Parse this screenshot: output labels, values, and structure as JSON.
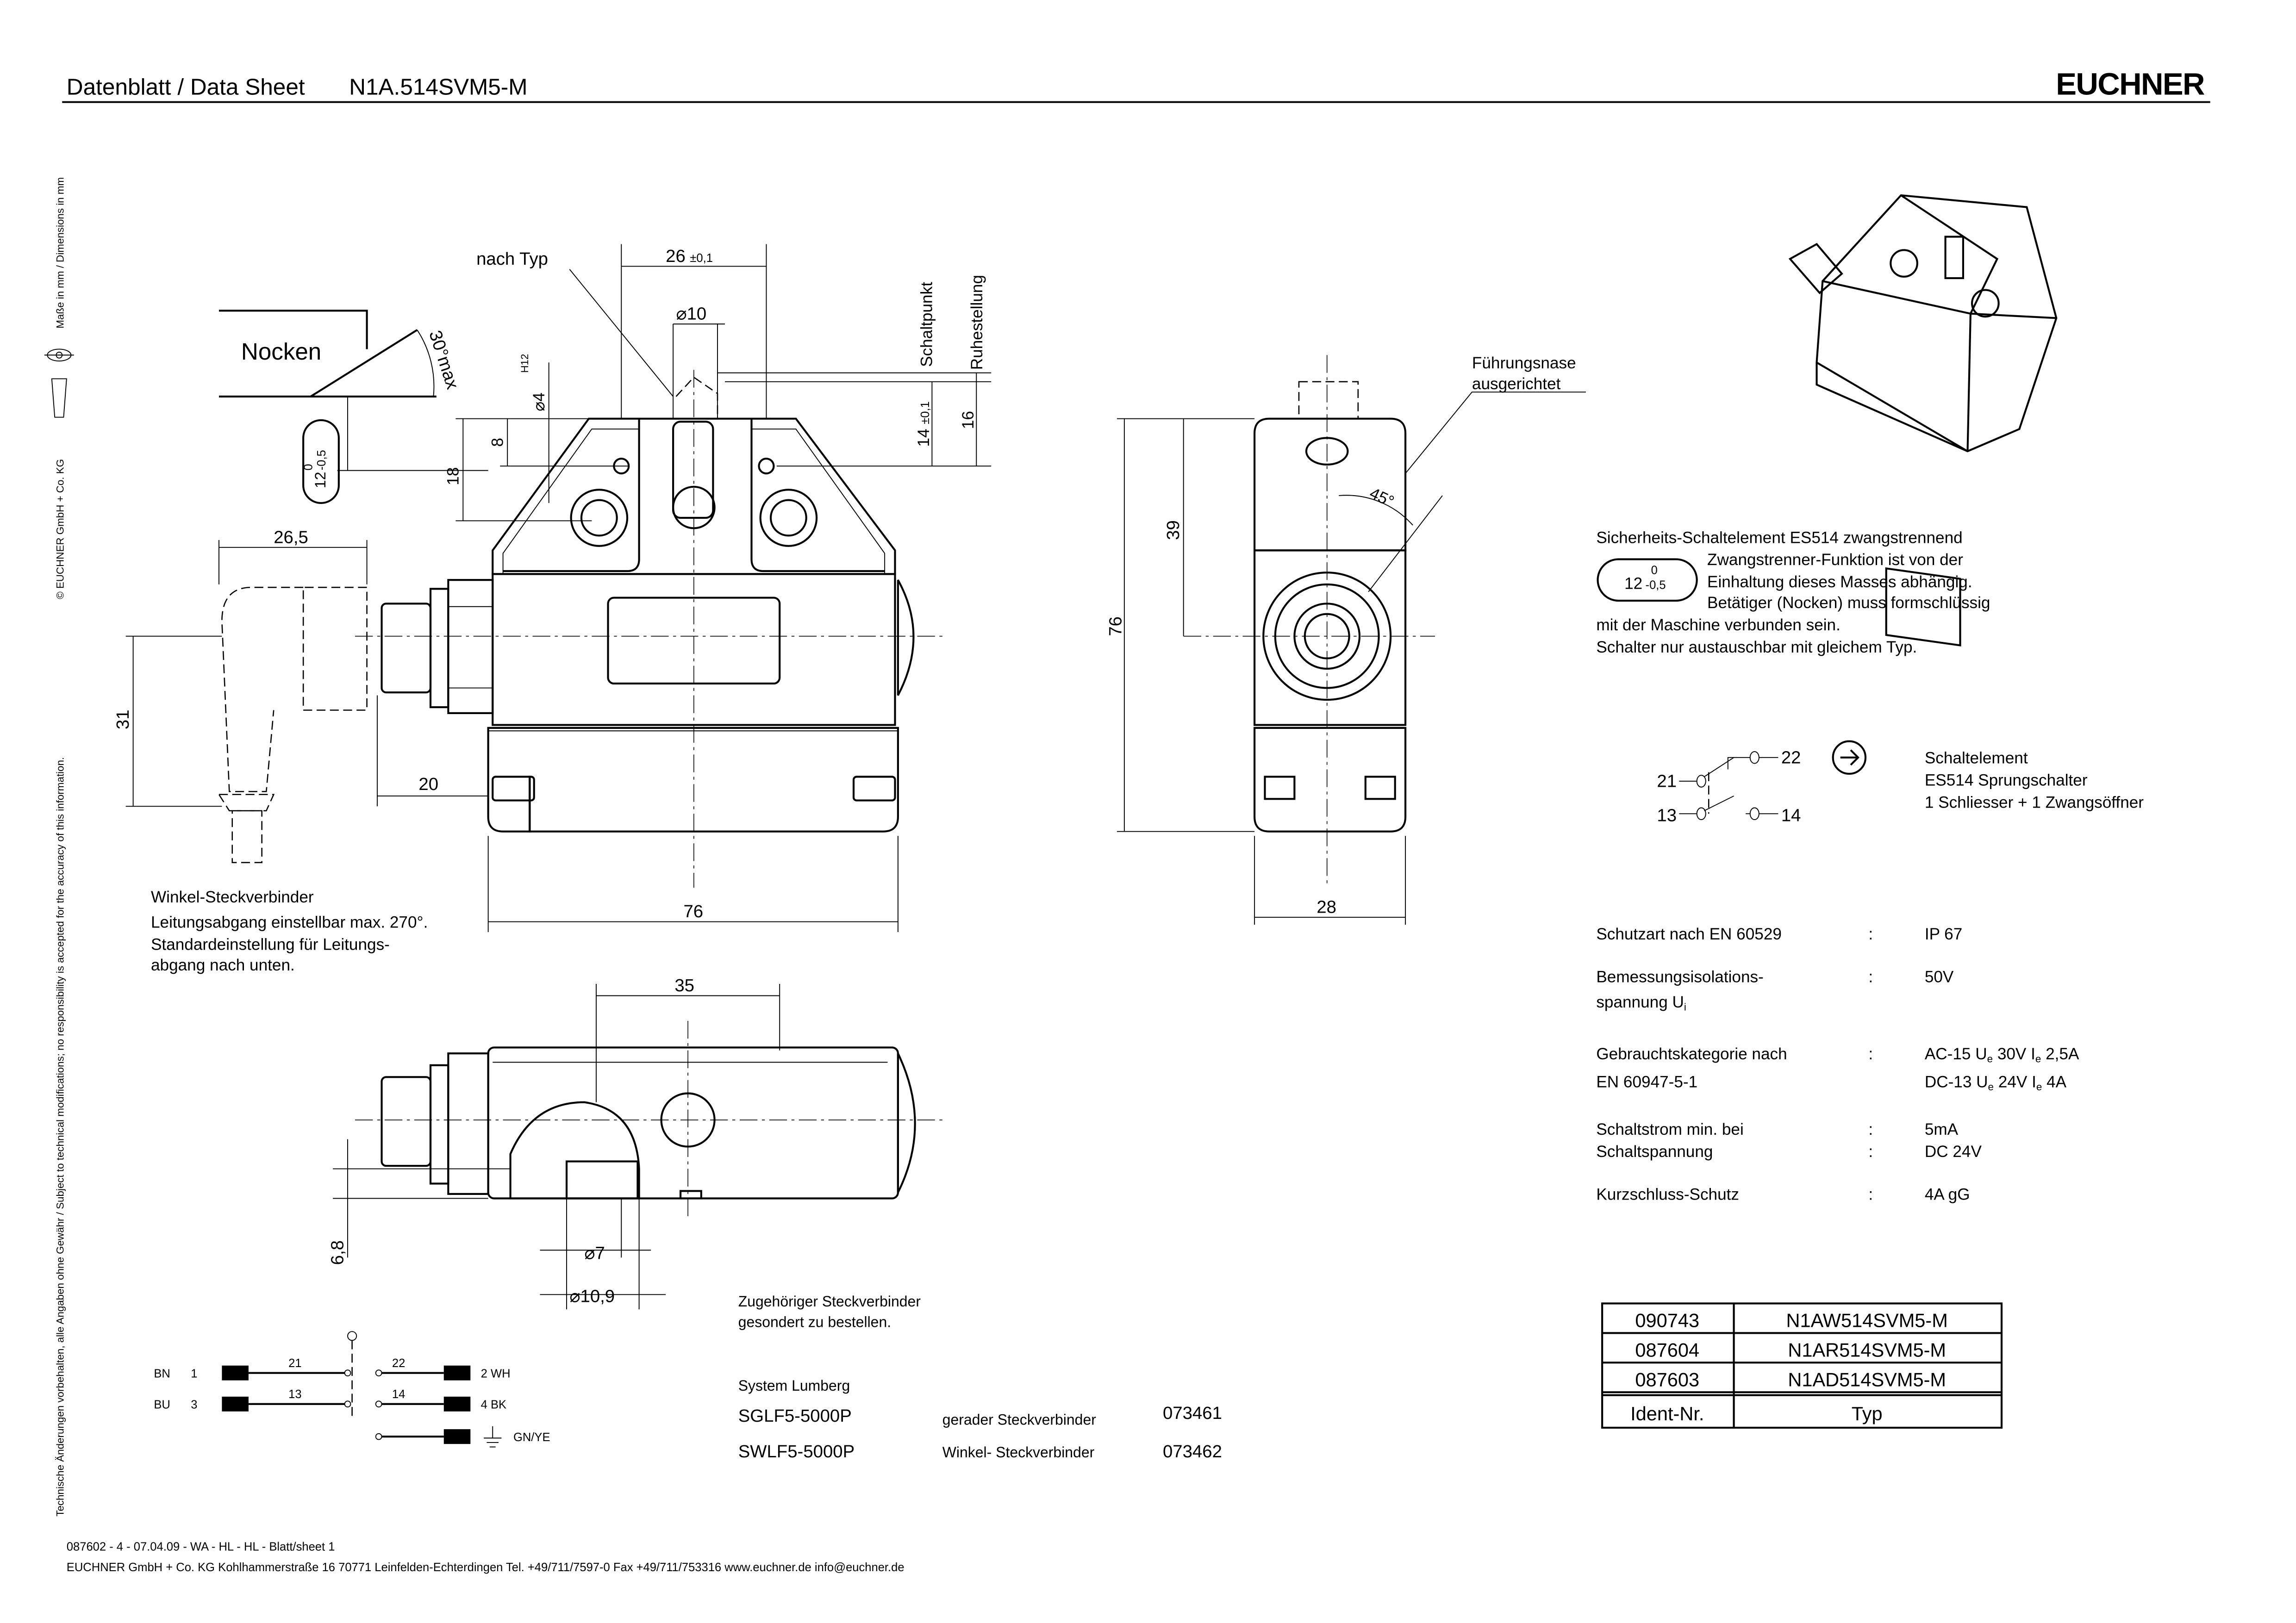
{
  "header": {
    "title": "Datenblatt / Data Sheet",
    "product": "N1A.514SVM5-M",
    "logo": "EUCHNER"
  },
  "side_note": {
    "disclaimer": "Technische Änderungen vorbehalten, alle Angaben ohne Gewähr / Subject to technical modifications;   no responsibility is accepted for the accuracy of this information.",
    "copyright": "© EUCHNER GmbH + Co. KG",
    "units": "Maße in mm / Dimensions in mm"
  },
  "drawing": {
    "cam_label": "Nocken",
    "cam_angle": "30°max",
    "slot_value": "12",
    "slot_tol_upper": "0",
    "slot_tol_lower": "-0,5",
    "nach_typ": "nach Typ",
    "dim_26": "26",
    "dim_26_tol": "±0,1",
    "dim_d10": "⌀10",
    "dim_d4": "⌀4",
    "dim_d4_tol": "H12",
    "dim_8": "8",
    "dim_18": "18",
    "dim_14": "14",
    "dim_14_tol": "±0,1",
    "dim_16": "16",
    "schaltpunkt": "Schaltpunkt",
    "ruhestellung": "Ruhestellung",
    "dim_26_5": "26,5",
    "dim_31": "31",
    "dim_20": "20",
    "dim_76_front": "76",
    "dim_39": "39",
    "dim_76_side": "76",
    "dim_28": "28",
    "guide_note": [
      "Führungsnase",
      "ausgerichtet"
    ],
    "angle_45": "45°",
    "dim_35": "35",
    "dim_6_8": "6,8",
    "dim_d7": "⌀7",
    "dim_d10_9": "⌀10,9",
    "connector_note": [
      "Winkel-Steckverbinder",
      "Leitungsabgang einstellbar max. 270°.",
      "Standardeinstellung für Leitungs-",
      "abgang nach unten."
    ]
  },
  "safety_note": {
    "title": "Sicherheits-Schaltelement ES514 zwangstrennend",
    "badge_value": "12",
    "badge_tol_upper": "0",
    "badge_tol_lower": "-0,5",
    "lines": [
      "Zwangstrenner-Funktion ist von  der",
      "Einhaltung dieses Masses  abhängig.",
      "Betätiger (Nocken) muss formschlüssig"
    ],
    "lines_full": [
      "mit der Maschine verbunden sein.",
      "Schalter nur austauschbar mit gleichem Typ."
    ]
  },
  "contact": {
    "terminals": [
      "21",
      "22",
      "13",
      "14"
    ],
    "description": [
      "Schaltelement",
      "ES514 Sprungschalter",
      "1 Schliesser + 1 Zwangsöffner"
    ]
  },
  "specs": [
    {
      "label": [
        "Schutzart nach EN 60529"
      ],
      "colon": ":",
      "value": [
        "IP 67"
      ]
    },
    {
      "label": [
        "Bemessungsisolations-",
        "spannung U"
      ],
      "label_sub": "i",
      "colon": ":",
      "value": [
        "50V"
      ]
    },
    {
      "label": [
        "Gebrauchtskategorie nach",
        "EN 60947-5-1"
      ],
      "colon": ":",
      "value_parts": [
        [
          "AC-15  U",
          "e",
          "  30V  I",
          "e",
          " 2,5A"
        ],
        [
          "DC-13  U",
          "e",
          "  24V  I",
          "e",
          " 4A"
        ]
      ]
    },
    {
      "label": [
        "Schaltstrom min. bei",
        "Schaltspannung"
      ],
      "colon": ":",
      "value": [
        "5mA",
        "DC 24V"
      ]
    },
    {
      "label": [
        "Kurzschluss-Schutz"
      ],
      "colon": ":",
      "value": [
        "4A gG"
      ]
    }
  ],
  "ident_table": {
    "rows": [
      {
        "ident": "090743",
        "typ": "N1AW514SVM5-M"
      },
      {
        "ident": "087604",
        "typ": "N1AR514SVM5-M"
      },
      {
        "ident": "087603",
        "typ": "N1AD514SVM5-M"
      }
    ],
    "header": {
      "ident": "Ident-Nr.",
      "typ": "Typ"
    }
  },
  "wiring": {
    "left": [
      {
        "color": "BN",
        "pin": "1",
        "term": "21"
      },
      {
        "color": "BU",
        "pin": "3",
        "term": "13"
      }
    ],
    "right": [
      {
        "term": "22",
        "label": "2 WH"
      },
      {
        "term": "14",
        "label": "4 BK"
      },
      {
        "term": "",
        "label": "GN/YE"
      }
    ]
  },
  "accessories": {
    "note": [
      "Zugehöriger Steckverbinder",
      "gesondert zu bestellen."
    ],
    "system": "System Lumberg",
    "items": [
      {
        "type": "SGLF5-5000P",
        "desc": "gerader Steckverbinder",
        "ident": "073461"
      },
      {
        "type": "SWLF5-5000P",
        "desc": "Winkel- Steckverbinder",
        "ident": "073462"
      }
    ]
  },
  "footer": {
    "line1": "087602 - 4 - 07.04.09 - WA - HL - HL - Blatt/sheet  1",
    "line2": "EUCHNER GmbH + Co. KG  Kohlhammerstraße 16   70771 Leinfelden-Echterdingen     Tel. +49/711/7597-0  Fax +49/711/753316  www.euchner.de  info@euchner.de"
  }
}
